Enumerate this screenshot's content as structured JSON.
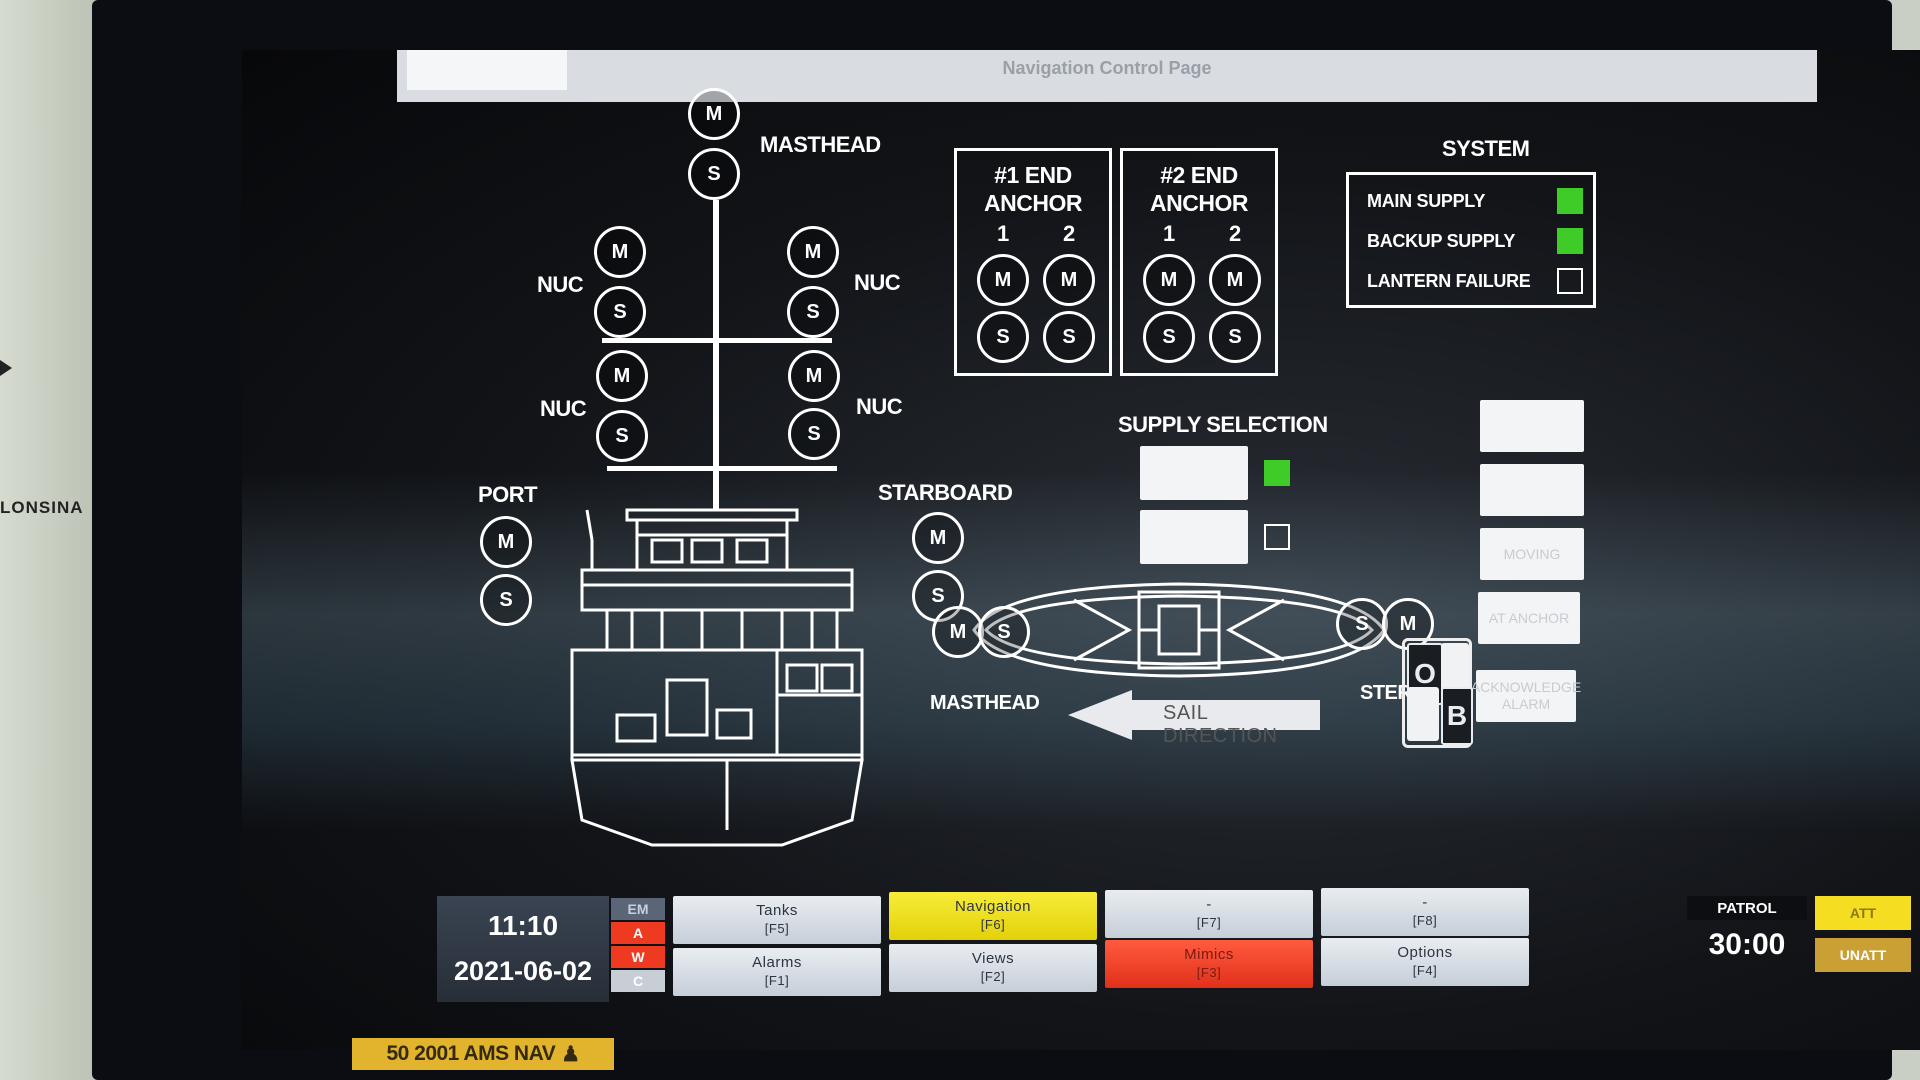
{
  "window": {
    "title": "Navigation Control Page"
  },
  "wall_label": "LONSINA",
  "mast": {
    "masthead_label": "MASTHEAD",
    "nuc_labels": [
      "NUC",
      "NUC",
      "NUC",
      "NUC"
    ],
    "port_label": "PORT",
    "starboard_label": "STARBOARD",
    "m": "M",
    "s": "S"
  },
  "anchor1": {
    "title_line1": "#1 END",
    "title_line2": "ANCHOR",
    "col1": "1",
    "col2": "2"
  },
  "anchor2": {
    "title_line1": "#2 END",
    "title_line2": "ANCHOR",
    "col1": "1",
    "col2": "2"
  },
  "system": {
    "title": "SYSTEM",
    "rows": [
      {
        "label": "MAIN SUPPLY",
        "state": "on"
      },
      {
        "label": "BACKUP SUPPLY",
        "state": "on"
      },
      {
        "label": "LANTERN FAILURE",
        "state": "off"
      }
    ]
  },
  "supply_selection": {
    "title": "SUPPLY SELECTION",
    "option1_state": "on",
    "option2_state": "off"
  },
  "right_buttons": {
    "b3": "MOVING",
    "b4": "AT ANCHOR",
    "b5_line1": "ACKNOWLEDGE",
    "b5_line2": "ALARM"
  },
  "top_view": {
    "masthead_label": "MASTHEAD",
    "stern_label": "STERN",
    "sail_direction": "SAIL DIRECTION",
    "ob_top": "O",
    "ob_bottom": "B"
  },
  "bottom_bar": {
    "time": "11:10",
    "date": "2021-06-02",
    "severities": [
      "EM",
      "A",
      "W",
      "C"
    ],
    "fkeys": [
      {
        "label": "Tanks",
        "key": "[F5]"
      },
      {
        "label": "Navigation",
        "key": "[F6]"
      },
      {
        "label": "-",
        "key": "[F7]"
      },
      {
        "label": "-",
        "key": "[F8]"
      },
      {
        "label": "Alarms",
        "key": "[F1]"
      },
      {
        "label": "Views",
        "key": "[F2]"
      },
      {
        "label": "Mimics",
        "key": "[F3]"
      },
      {
        "label": "Options",
        "key": "[F4]"
      }
    ],
    "patrol_label": "PATROL",
    "patrol_value": "30:00",
    "att": "ATT",
    "unatt": "UNATT"
  },
  "sticker": "50 2001 AMS NAV",
  "colors": {
    "indicator_on": "#3fcc28",
    "nav_active": "#f5e41a",
    "mimics_active": "#ef3a22",
    "att": "#f5dd22",
    "unatt": "#caa035"
  }
}
